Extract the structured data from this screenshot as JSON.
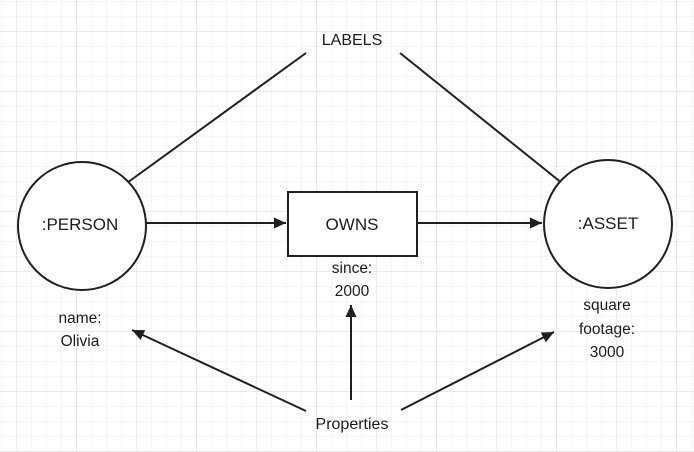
{
  "diagram": {
    "annotations": {
      "labels_caption": "LABELS",
      "properties_caption": "Properties"
    },
    "nodes": {
      "person": {
        "label": ":PERSON",
        "shape": "circle",
        "property_lines": [
          "name:",
          "Olivia"
        ]
      },
      "relationship": {
        "label": "OWNS",
        "shape": "rectangle",
        "property_lines": [
          "since:",
          "2000"
        ]
      },
      "asset": {
        "label": ":ASSET",
        "shape": "circle",
        "property_lines": [
          "square",
          "footage:",
          "3000"
        ]
      }
    },
    "edges": [
      {
        "from": "labels-caption",
        "to": "person-node"
      },
      {
        "from": "labels-caption",
        "to": "asset-node"
      },
      {
        "from": "person-node",
        "to": "owns-box"
      },
      {
        "from": "owns-box",
        "to": "asset-node"
      },
      {
        "from": "properties-caption",
        "to": "person-property-text"
      },
      {
        "from": "properties-caption",
        "to": "owns-property-text"
      },
      {
        "from": "properties-caption",
        "to": "asset-property-text"
      }
    ],
    "colors": {
      "stroke": "#1f1f1f",
      "canvas_background": "#ffffff",
      "grid_major": "#eaeaea",
      "grid_minor": "#f6f6f6"
    }
  }
}
